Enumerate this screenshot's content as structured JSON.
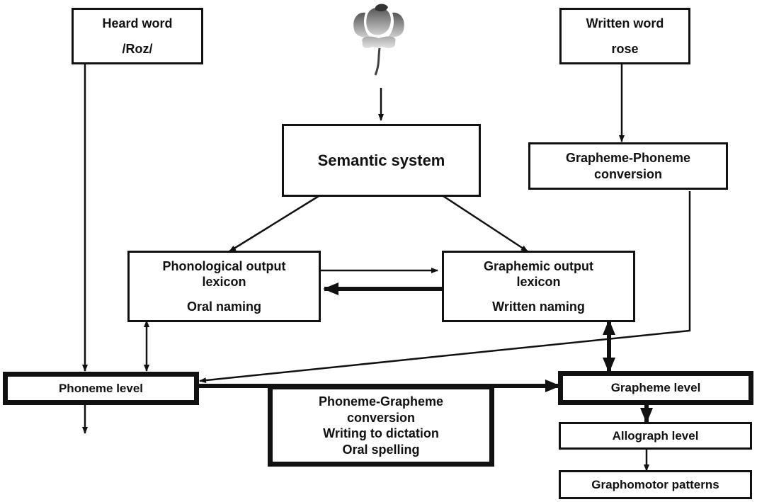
{
  "diagram": {
    "nodes": {
      "heard_word": {
        "line1": "Heard word",
        "line2": "/Roz/"
      },
      "written_word": {
        "line1": "Written word",
        "line2": "rose"
      },
      "semantic_system": {
        "label": "Semantic system"
      },
      "gp_conversion": {
        "line1": "Grapheme-Phoneme",
        "line2": "conversion"
      },
      "phonological_lexicon": {
        "line1": "Phonological output",
        "line2": "lexicon",
        "line3": "Oral naming"
      },
      "graphemic_lexicon": {
        "line1": "Graphemic output",
        "line2": "lexicon",
        "line3": "Written naming"
      },
      "phoneme_level": {
        "label": "Phoneme level"
      },
      "pg_conversion": {
        "line1": "Phoneme-Grapheme",
        "line2": "conversion",
        "line3": "Writing to dictation",
        "line4": "Oral spelling"
      },
      "grapheme_level": {
        "label": "Grapheme level"
      },
      "allograph_level": {
        "label": "Allograph level"
      },
      "graphomotor_patterns": {
        "label": "Graphomotor patterns"
      }
    },
    "picture": {
      "icon": "rose-icon",
      "meaning": "rose picture stimulus"
    },
    "edges": [
      {
        "from": "heard_word",
        "to": "phoneme_level",
        "weight": "thin"
      },
      {
        "from": "picture",
        "to": "semantic_system",
        "weight": "thin"
      },
      {
        "from": "written_word",
        "to": "gp_conversion",
        "weight": "thin"
      },
      {
        "from": "semantic_system",
        "to": "phonological_lexicon",
        "weight": "thin"
      },
      {
        "from": "semantic_system",
        "to": "graphemic_lexicon",
        "weight": "thin"
      },
      {
        "from": "phonological_lexicon",
        "to": "graphemic_lexicon",
        "weight": "thin"
      },
      {
        "from": "graphemic_lexicon",
        "to": "phonological_lexicon",
        "weight": "thick"
      },
      {
        "from": "phonological_lexicon",
        "to": "phoneme_level",
        "weight": "thin",
        "bidirectional": true
      },
      {
        "from": "graphemic_lexicon",
        "to": "grapheme_level",
        "weight": "thick",
        "bidirectional": true
      },
      {
        "from": "gp_conversion",
        "to": "phoneme_level",
        "weight": "thin"
      },
      {
        "from": "phoneme_level",
        "to": "grapheme_level",
        "weight": "thick"
      },
      {
        "from": "phoneme_level",
        "to": "output",
        "weight": "thin"
      },
      {
        "from": "grapheme_level",
        "to": "allograph_level",
        "weight": "thick"
      },
      {
        "from": "allograph_level",
        "to": "graphomotor_patterns",
        "weight": "thin"
      }
    ]
  }
}
